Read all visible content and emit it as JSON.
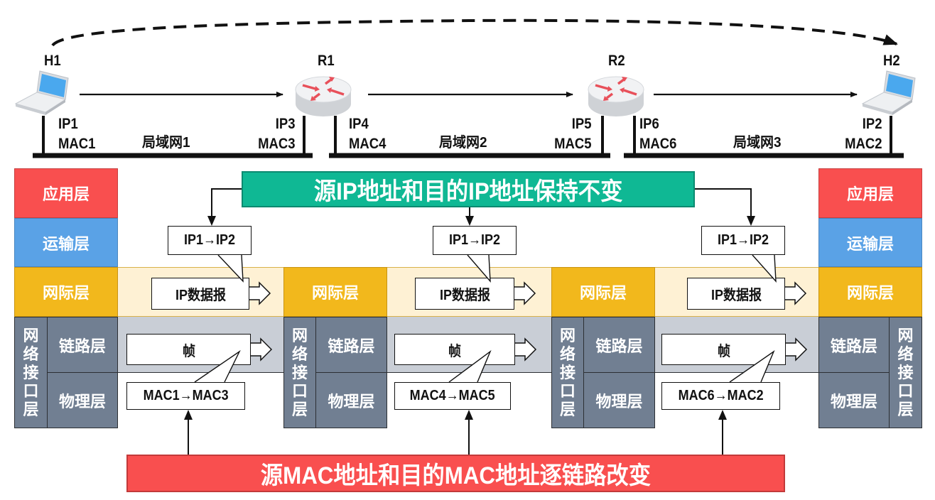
{
  "nodes": {
    "h1": {
      "name": "H1"
    },
    "r1": {
      "name": "R1"
    },
    "r2": {
      "name": "R2"
    },
    "h2": {
      "name": "H2"
    }
  },
  "interfaces": {
    "h1": {
      "ip": "IP1",
      "mac": "MAC1"
    },
    "r1_left": {
      "ip": "IP3",
      "mac": "MAC3"
    },
    "r1_right": {
      "ip": "IP4",
      "mac": "MAC4"
    },
    "r2_left": {
      "ip": "IP5",
      "mac": "MAC5"
    },
    "r2_right": {
      "ip": "IP6",
      "mac": "MAC6"
    },
    "h2": {
      "ip": "IP2",
      "mac": "MAC2"
    }
  },
  "lans": [
    "局域网1",
    "局域网2",
    "局域网3"
  ],
  "layers": {
    "application": "应用层",
    "transport": "运输层",
    "internet": "网际层",
    "link": "链路层",
    "physical": "物理层",
    "network_interface_chars": [
      "网",
      "络",
      "接",
      "口",
      "层"
    ]
  },
  "segments": [
    {
      "ip_pair": "IP1→IP2",
      "packet": "IP数据报",
      "frame": "帧",
      "mac_pair": "MAC1→MAC3"
    },
    {
      "ip_pair": "IP1→IP2",
      "packet": "IP数据报",
      "frame": "帧",
      "mac_pair": "MAC4→MAC5"
    },
    {
      "ip_pair": "IP1→IP2",
      "packet": "IP数据报",
      "frame": "帧",
      "mac_pair": "MAC6→MAC2"
    }
  ],
  "banners": {
    "ip_unchanged": "源IP地址和目的IP地址保持不变",
    "mac_changes": "源MAC地址和目的MAC地址逐链路改变"
  },
  "colors": {
    "application": "#f94f4f",
    "transport": "#5aa2e6",
    "internet": "#f2b81c",
    "network_interface": "#717f92",
    "internet_band": "#fef1d4",
    "link_band": "#c9ced6",
    "green_banner": "#0fb894",
    "red_banner": "#f94f4f"
  }
}
